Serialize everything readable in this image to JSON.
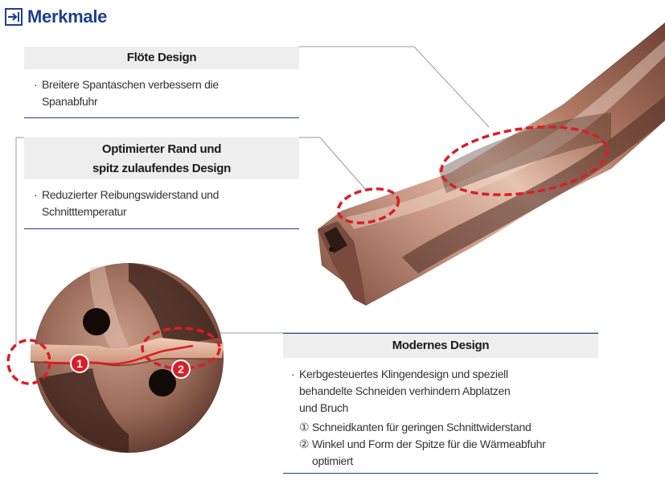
{
  "header": {
    "title": "Merkmale",
    "icon": "arrow-into-box-icon",
    "accent_color": "#1f3f8f"
  },
  "features": [
    {
      "heading_lines": [
        "Flöte Design"
      ],
      "bullet_lines": [
        "Breitere Spantaschen verbessern die",
        "Spanabfuhr"
      ]
    },
    {
      "heading_lines": [
        "Optimierter Rand und",
        "spitz zulaufendes Design"
      ],
      "bullet_lines": [
        "Reduzierter Reibungswiderstand und",
        "Schnitttemperatur"
      ]
    },
    {
      "heading_lines": [
        "Modernes Design"
      ],
      "bullet_lines": [
        "Kerbgesteuertes Klingendesign und speziell",
        "behandelte Schneiden verhindern Abplatzen",
        "und Bruch"
      ],
      "numbered": [
        {
          "num": "①",
          "lines": [
            "Schneidkanten für geringen Schnittwiderstand"
          ]
        },
        {
          "num": "②",
          "lines": [
            "Winkel und Form der Spitze für die Wärmeabfuhr",
            "optimiert"
          ]
        }
      ]
    }
  ],
  "bullet_char": "·",
  "callout_markers": [
    "1",
    "2"
  ],
  "colors": {
    "highlight_dashes": "#d81f26",
    "drill_copper": "#b07a64",
    "divider": "#1f3f8f",
    "heading_bg": "#eeeeee"
  }
}
